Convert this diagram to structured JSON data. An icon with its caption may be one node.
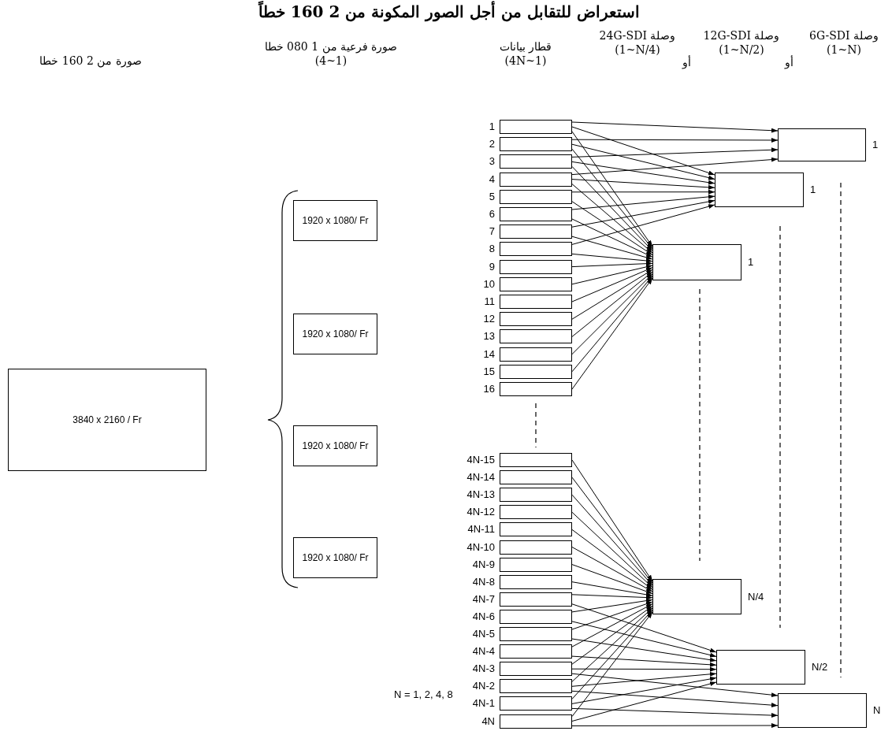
{
  "diagram": {
    "title": "استعراض للتقابل من أجل الصور المكونة من 2 160 خطاً",
    "nodes": [
      {
        "text": [
          "3840 x 2160 / Fr"
        ]
      },
      {
        "text": [
          "1920 x 1080/ Fr"
        ]
      },
      {
        "text": [
          "1920 x 1080/ Fr"
        ]
      },
      {
        "text": [
          "1920 x 1080/ Fr"
        ]
      },
      {
        "text": [
          "1920 x 1080/ Fr"
        ]
      },
      {
        "text": [],
        "shape": "box",
        "beside": [
          "1"
        ]
      },
      {
        "text": [],
        "shape": "box",
        "beside": [
          "2"
        ]
      },
      {
        "text": [],
        "shape": "box",
        "beside": [
          "3"
        ]
      },
      {
        "text": [],
        "shape": "box",
        "beside": [
          "4"
        ]
      },
      {
        "text": [],
        "shape": "box",
        "beside": [
          "5"
        ]
      },
      {
        "text": [],
        "shape": "box",
        "beside": [
          "6"
        ]
      },
      {
        "text": [],
        "shape": "box",
        "beside": [
          "7"
        ]
      },
      {
        "text": [],
        "shape": "box",
        "beside": [
          "8"
        ]
      },
      {
        "text": [],
        "shape": "box",
        "beside": [
          "9"
        ]
      },
      {
        "text": [],
        "shape": "box",
        "beside": [
          "10"
        ]
      },
      {
        "text": [],
        "shape": "box",
        "beside": [
          "11"
        ]
      },
      {
        "text": [],
        "shape": "box",
        "beside": [
          "12"
        ]
      },
      {
        "text": [],
        "shape": "box",
        "beside": [
          "13"
        ]
      },
      {
        "text": [],
        "shape": "box",
        "beside": [
          "14"
        ]
      },
      {
        "text": [],
        "shape": "box",
        "beside": [
          "15"
        ]
      },
      {
        "text": [],
        "shape": "box",
        "beside": [
          "16"
        ]
      },
      {
        "text": [],
        "shape": "box",
        "beside": [
          "4N-15"
        ]
      },
      {
        "text": [],
        "shape": "box",
        "beside": [
          "4N-14"
        ]
      },
      {
        "text": [],
        "shape": "box",
        "beside": [
          "4N-13"
        ]
      },
      {
        "text": [],
        "shape": "box",
        "beside": [
          "4N-12"
        ]
      },
      {
        "text": [],
        "shape": "box",
        "beside": [
          "4N-11"
        ]
      },
      {
        "text": [],
        "shape": "box",
        "beside": [
          "4N-10"
        ]
      },
      {
        "text": [],
        "shape": "box",
        "beside": [
          "4N-9"
        ]
      },
      {
        "text": [],
        "shape": "box",
        "beside": [
          "4N-8"
        ]
      },
      {
        "text": [],
        "shape": "box",
        "beside": [
          "4N-7"
        ]
      },
      {
        "text": [],
        "shape": "box",
        "beside": [
          "4N-6"
        ]
      },
      {
        "text": [],
        "shape": "box",
        "beside": [
          "4N-5"
        ]
      },
      {
        "text": [],
        "shape": "box",
        "beside": [
          "4N-4"
        ]
      },
      {
        "text": [],
        "shape": "box",
        "beside": [
          "4N-3"
        ]
      },
      {
        "text": [],
        "shape": "box",
        "beside": [
          "4N-2"
        ]
      },
      {
        "text": [],
        "shape": "box",
        "beside": [
          "4N-1"
        ]
      },
      {
        "text": [],
        "shape": "box",
        "beside": [
          "4N"
        ]
      },
      {
        "text": [],
        "shape": "box",
        "beside": [
          "1"
        ]
      },
      {
        "text": [],
        "shape": "box",
        "beside": [
          "1"
        ]
      },
      {
        "text": [],
        "shape": "box",
        "beside": [
          "1"
        ]
      },
      {
        "text": [],
        "shape": "box",
        "beside": [
          "N/4"
        ]
      },
      {
        "text": [],
        "shape": "box",
        "beside": [
          "N/2"
        ]
      },
      {
        "text": [],
        "shape": "box",
        "beside": [
          "N"
        ]
      }
    ],
    "edges": [
      {
        "from": 5,
        "to": 37,
        "arrow": "to"
      },
      {
        "from": 5,
        "to": 38,
        "arrow": "to"
      },
      {
        "from": 5,
        "to": 39,
        "arrow": "to"
      },
      {
        "from": 6,
        "to": 37,
        "arrow": "to"
      },
      {
        "from": 6,
        "to": 38,
        "arrow": "to"
      },
      {
        "from": 6,
        "to": 39,
        "arrow": "to"
      },
      {
        "from": 7,
        "to": 37,
        "arrow": "to"
      },
      {
        "from": 7,
        "to": 38,
        "arrow": "to"
      },
      {
        "from": 7,
        "to": 39,
        "arrow": "to"
      },
      {
        "from": 8,
        "to": 37,
        "arrow": "to"
      },
      {
        "from": 8,
        "to": 38,
        "arrow": "to"
      },
      {
        "from": 8,
        "to": 39,
        "arrow": "to"
      },
      {
        "from": 9,
        "to": 38,
        "arrow": "to"
      },
      {
        "from": 9,
        "to": 39,
        "arrow": "to"
      },
      {
        "from": 10,
        "to": 38,
        "arrow": "to"
      },
      {
        "from": 10,
        "to": 39,
        "arrow": "to"
      },
      {
        "from": 11,
        "to": 38,
        "arrow": "to"
      },
      {
        "from": 11,
        "to": 39,
        "arrow": "to"
      },
      {
        "from": 12,
        "to": 38,
        "arrow": "to"
      },
      {
        "from": 12,
        "to": 39,
        "arrow": "to"
      },
      {
        "from": 13,
        "to": 39,
        "arrow": "to"
      },
      {
        "from": 14,
        "to": 39,
        "arrow": "to"
      },
      {
        "from": 15,
        "to": 39,
        "arrow": "to"
      },
      {
        "from": 16,
        "to": 39,
        "arrow": "to"
      },
      {
        "from": 17,
        "to": 39,
        "arrow": "to"
      },
      {
        "from": 18,
        "to": 39,
        "arrow": "to"
      },
      {
        "from": 19,
        "to": 39,
        "arrow": "to"
      },
      {
        "from": 20,
        "to": 39,
        "arrow": "to"
      },
      {
        "from": 21,
        "to": 40,
        "arrow": "to"
      },
      {
        "from": 22,
        "to": 40,
        "arrow": "to"
      },
      {
        "from": 23,
        "to": 40,
        "arrow": "to"
      },
      {
        "from": 24,
        "to": 40,
        "arrow": "to"
      },
      {
        "from": 25,
        "to": 40,
        "arrow": "to"
      },
      {
        "from": 26,
        "to": 40,
        "arrow": "to"
      },
      {
        "from": 27,
        "to": 40,
        "arrow": "to"
      },
      {
        "from": 28,
        "to": 40,
        "arrow": "to"
      },
      {
        "from": 29,
        "to": 40,
        "arrow": "to"
      },
      {
        "from": 29,
        "to": 41,
        "arrow": "to"
      },
      {
        "from": 30,
        "to": 40,
        "arrow": "to"
      },
      {
        "from": 30,
        "to": 41,
        "arrow": "to"
      },
      {
        "from": 31,
        "to": 40,
        "arrow": "to"
      },
      {
        "from": 31,
        "to": 41,
        "arrow": "to"
      },
      {
        "from": 32,
        "to": 40,
        "arrow": "to"
      },
      {
        "from": 32,
        "to": 41,
        "arrow": "to"
      },
      {
        "from": 33,
        "to": 40,
        "arrow": "to"
      },
      {
        "from": 33,
        "to": 41,
        "arrow": "to"
      },
      {
        "from": 33,
        "to": 42,
        "arrow": "to"
      },
      {
        "from": 34,
        "to": 40,
        "arrow": "to"
      },
      {
        "from": 34,
        "to": 41,
        "arrow": "to"
      },
      {
        "from": 34,
        "to": 42,
        "arrow": "to"
      },
      {
        "from": 35,
        "to": 40,
        "arrow": "to"
      },
      {
        "from": 35,
        "to": 41,
        "arrow": "to"
      },
      {
        "from": 35,
        "to": 42,
        "arrow": "to"
      },
      {
        "from": 36,
        "to": 40,
        "arrow": "to"
      },
      {
        "from": 36,
        "to": 41,
        "arrow": "to"
      },
      {
        "from": 36,
        "to": 42,
        "arrow": "to"
      }
    ],
    "labels": [
      "وصلة 6G-SDI (1~N)",
      "أو",
      "وصلة 12G-SDI (1~N/2)",
      "أو",
      "وصلة 24G-SDI (1~N/4)",
      "قطار بيانات (1~4N)",
      "صورة فرعية من 1 080 خطا (1~4)",
      "صورة من 2 160 خطا",
      "N = 1, 2, 4, 8"
    ]
  }
}
